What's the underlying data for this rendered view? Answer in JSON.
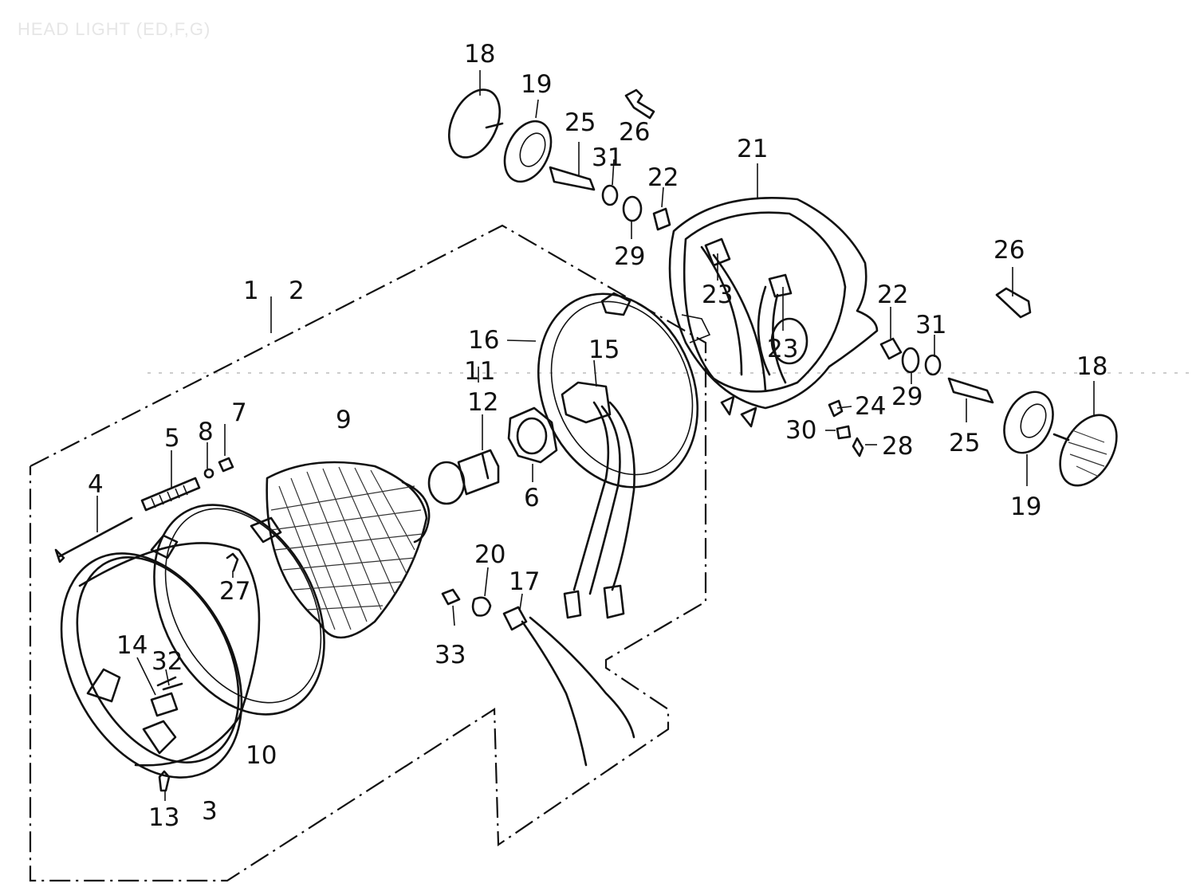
{
  "diagram": {
    "title": "HEAD LIGHT (ED,F,G)",
    "labels": {
      "n1": "1",
      "n2": "2",
      "n3": "3",
      "n4": "4",
      "n5": "5",
      "n6": "6",
      "n7": "7",
      "n8": "8",
      "n9": "9",
      "n10": "10",
      "n11": "11",
      "n12": "12",
      "n13": "13",
      "n14": "14",
      "n15": "15",
      "n16": "16",
      "n17": "17",
      "n18": "18",
      "n19": "19",
      "n20": "20",
      "n21": "21",
      "n22": "22",
      "n23": "23",
      "n24": "24",
      "n25": "25",
      "n26": "26",
      "n27": "27",
      "n28": "28",
      "n29": "29",
      "n30": "30",
      "n31": "31",
      "n32": "32",
      "n33": "33"
    }
  }
}
